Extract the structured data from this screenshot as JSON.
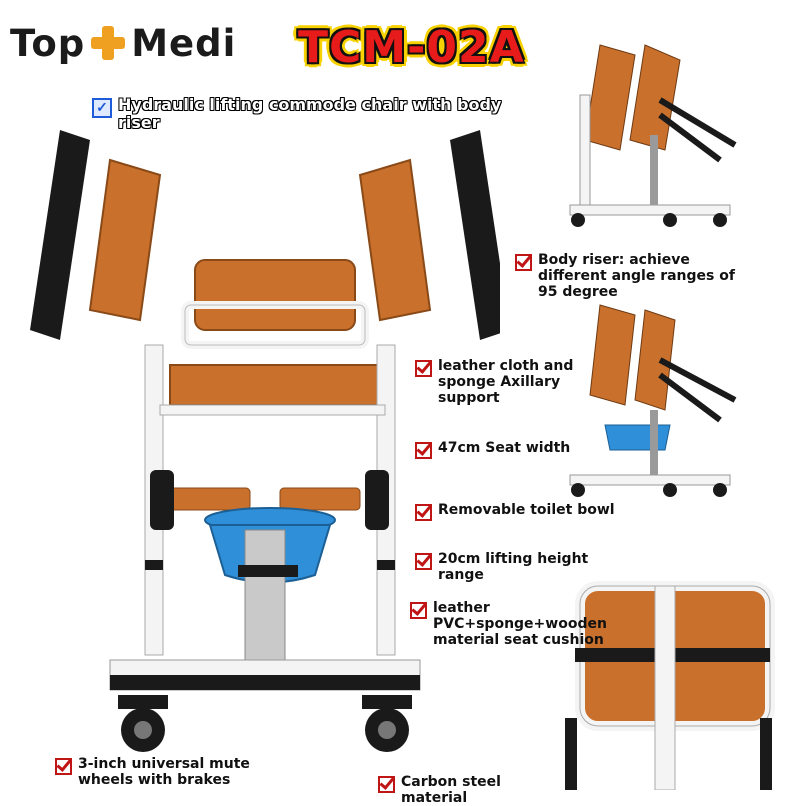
{
  "brand": {
    "left": "Top",
    "right": "Medi",
    "cross_color": "#f0a020"
  },
  "model": "TCM-02A",
  "title": "Hydraulic lifting commode chair with body riser",
  "features": [
    {
      "id": "body-riser",
      "text": "Body riser: achieve different angle ranges of 95 degree"
    },
    {
      "id": "axillary",
      "text": "leather cloth and sponge Axillary support"
    },
    {
      "id": "seat-width",
      "text": "47cm Seat width"
    },
    {
      "id": "toilet-bowl",
      "text": "Removable toilet bowl"
    },
    {
      "id": "lift-range",
      "text": "20cm lifting height range"
    },
    {
      "id": "cushion",
      "text": "leather PVC+sponge+wooden material seat cushion"
    },
    {
      "id": "wheels",
      "text": "3-inch universal mute wheels with brakes"
    },
    {
      "id": "material",
      "text": "Carbon steel material"
    }
  ],
  "colors": {
    "upholstery": "#c8702c",
    "frame": "#f4f4f4",
    "accent_red": "#e81b1b",
    "bowl": "#2f8fd8",
    "black": "#1a1a1a"
  }
}
